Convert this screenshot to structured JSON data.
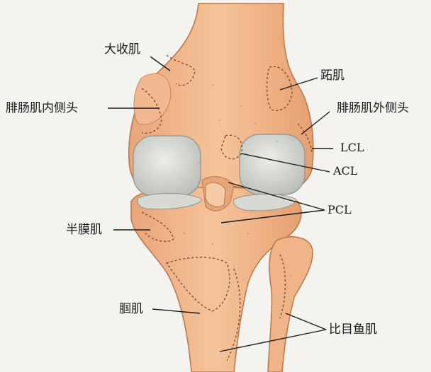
{
  "labels": {
    "adductor_magnus": "大收肌",
    "plantaris": "跖肌",
    "gastroc_medial": "腓肠肌内侧头",
    "gastroc_lateral": "腓肠肌外侧头",
    "lcl": "LCL",
    "acl": "ACL",
    "pcl": "PCL",
    "semimembranosus": "半膜肌",
    "popliteus": "腘肌",
    "soleus": "比目鱼肌"
  },
  "colors": {
    "bone": "#f0b488",
    "bone_dark": "#d88d5c",
    "cartilage": "#d9dcd6",
    "line": "#1a1a1a",
    "background": "#f4f3ef"
  }
}
